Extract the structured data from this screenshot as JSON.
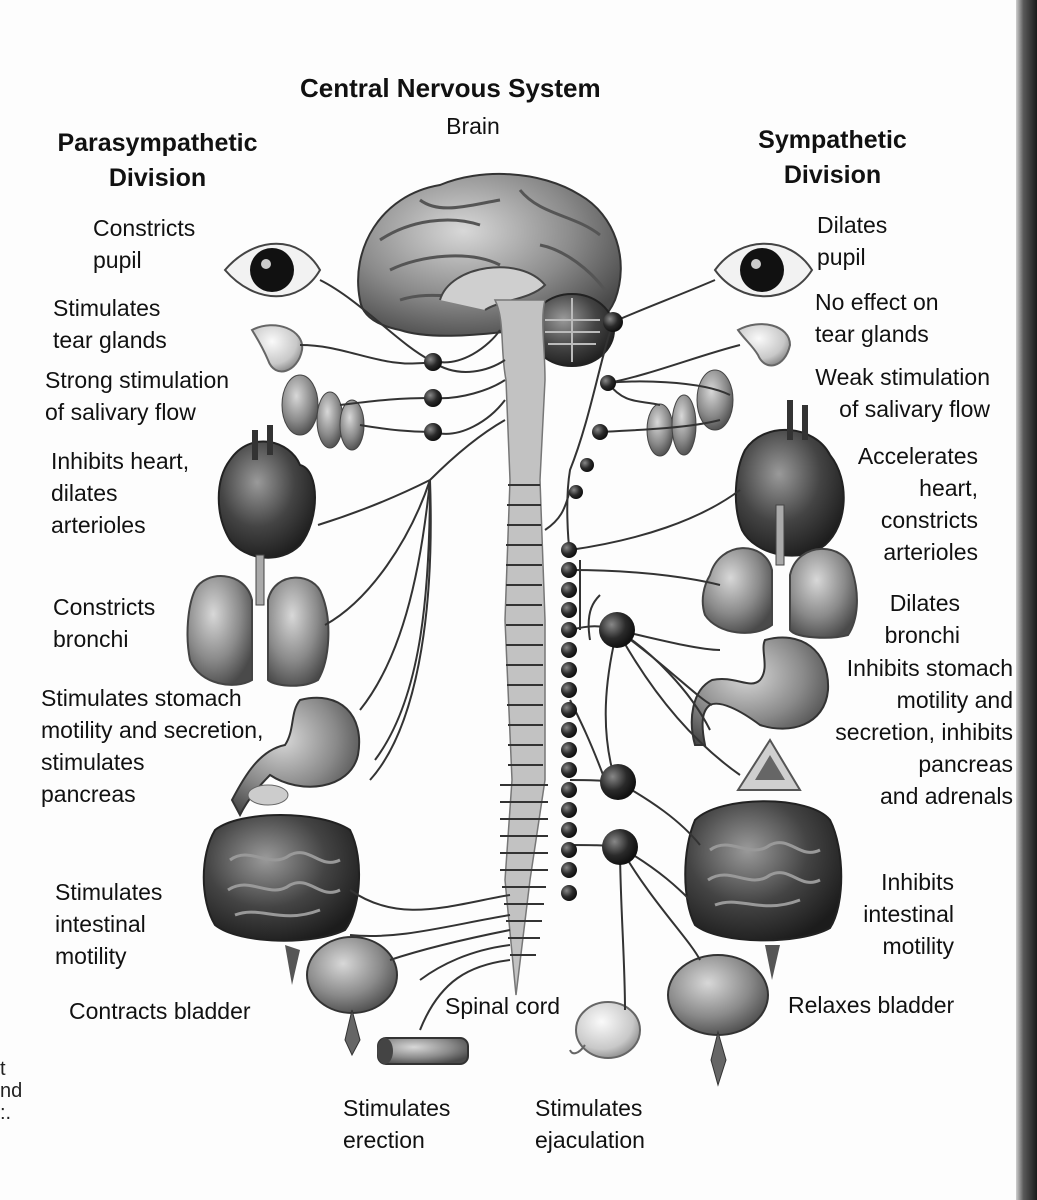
{
  "title": "Central Nervous System",
  "brain_label": "Brain",
  "spinal_cord_label": "Spinal cord",
  "parasympathetic": {
    "heading": "Parasympathetic\nDivision",
    "effects": [
      "Constricts\npupil",
      "Stimulates\ntear glands",
      "Strong stimulation\nof salivary flow",
      "Inhibits heart,\ndilates\narterioles",
      "Constricts\nbronchi",
      "Stimulates stomach\nmotility and secretion,\nstimulates\npancreas",
      "Stimulates\nintestinal\nmotility",
      "Contracts bladder",
      "Stimulates\nerection"
    ]
  },
  "sympathetic": {
    "heading": "Sympathetic\nDivision",
    "effects": [
      "Dilates\npupil",
      "No effect on\ntear glands",
      "Weak stimulation\nof salivary flow",
      "Accelerates\nheart,\nconstricts\narterioles",
      "Dilates\nbronchi",
      "Inhibits stomach\nmotility and\nsecretion, inhibits\npancreas\nand adrenals",
      "Inhibits\nintestinal\nmotility",
      "Relaxes bladder",
      "Stimulates\nejaculation"
    ]
  },
  "margin_fragments": [
    "t\nnd\n:."
  ],
  "colors": {
    "ink": "#111111",
    "organ_dark": "#3a3a3a",
    "organ_mid": "#8a8a8a",
    "cord": "#bdbdbd",
    "ganglion": "#222222"
  }
}
